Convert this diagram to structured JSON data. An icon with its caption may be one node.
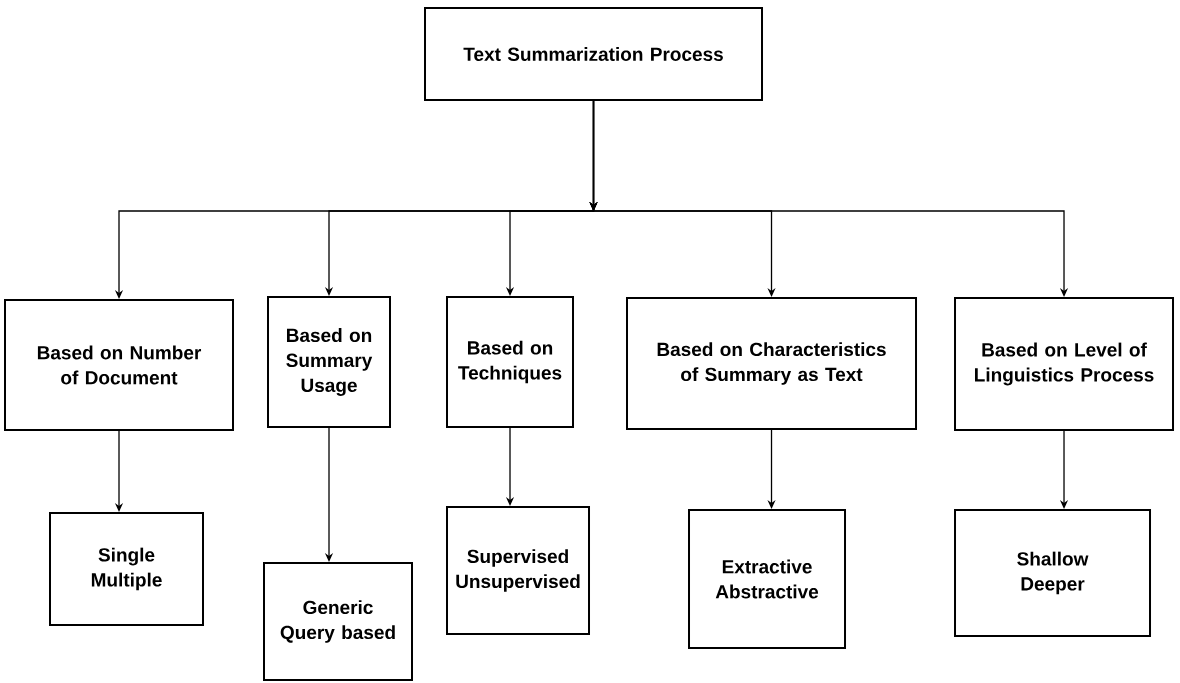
{
  "diagram": {
    "nodes": [
      {
        "text": [
          "Text Summarization Process"
        ]
      },
      {
        "text": [
          "Based on Number of Document"
        ]
      },
      {
        "text": [
          "Based on Summary Usage"
        ]
      },
      {
        "text": [
          "Based on Techniques"
        ]
      },
      {
        "text": [
          "Based on Characteristics of Summary as Text"
        ]
      },
      {
        "text": [
          "Based on Level of Linguistics Process"
        ]
      },
      {
        "text": [
          "Single",
          "Multiple"
        ]
      },
      {
        "text": [
          "Generic",
          "Query based"
        ]
      },
      {
        "text": [
          "Supervised",
          "Unsupervised"
        ]
      },
      {
        "text": [
          "Extractive",
          "Abstractive"
        ]
      },
      {
        "text": [
          "Shallow",
          "Deeper"
        ]
      }
    ],
    "edges": [
      {
        "from": 0,
        "to": 1,
        "arrow": "to"
      },
      {
        "from": 0,
        "to": 2,
        "arrow": "to"
      },
      {
        "from": 0,
        "to": 3,
        "arrow": "to"
      },
      {
        "from": 0,
        "to": 4,
        "arrow": "to"
      },
      {
        "from": 0,
        "to": 5,
        "arrow": "to"
      },
      {
        "from": 1,
        "to": 6,
        "arrow": "to"
      },
      {
        "from": 2,
        "to": 7,
        "arrow": "to"
      },
      {
        "from": 3,
        "to": 8,
        "arrow": "to"
      },
      {
        "from": 4,
        "to": 9,
        "arrow": "to"
      },
      {
        "from": 5,
        "to": 10,
        "arrow": "to"
      }
    ]
  }
}
